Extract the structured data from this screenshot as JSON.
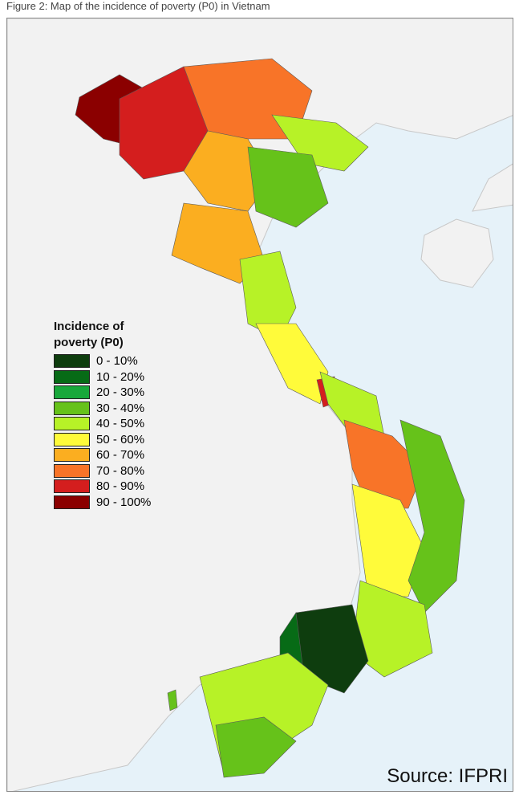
{
  "header": {
    "caption": "Figure 2: Map of the incidence of poverty (P0) in Vietnam"
  },
  "map": {
    "background_color": "#e6f2f9",
    "land_color": "#f2f2f2",
    "region_border_color": "#c8c8c8"
  },
  "legend": {
    "title_line1": "Incidence of",
    "title_line2": "poverty (P0)",
    "items": [
      {
        "label": "0 - 10%",
        "color": "#0e3d0e"
      },
      {
        "label": "10 - 20%",
        "color": "#076b16"
      },
      {
        "label": "20 - 30%",
        "color": "#18a83a"
      },
      {
        "label": "30 - 40%",
        "color": "#66c21a"
      },
      {
        "label": "40 - 50%",
        "color": "#b7f227"
      },
      {
        "label": "50 - 60%",
        "color": "#fffb3a"
      },
      {
        "label": "60 - 70%",
        "color": "#fbae20"
      },
      {
        "label": "70 - 80%",
        "color": "#f87428"
      },
      {
        "label": "80 - 90%",
        "color": "#d41e1e"
      },
      {
        "label": "90 - 100%",
        "color": "#8b0000"
      }
    ]
  },
  "source": "Source: IFPRI"
}
